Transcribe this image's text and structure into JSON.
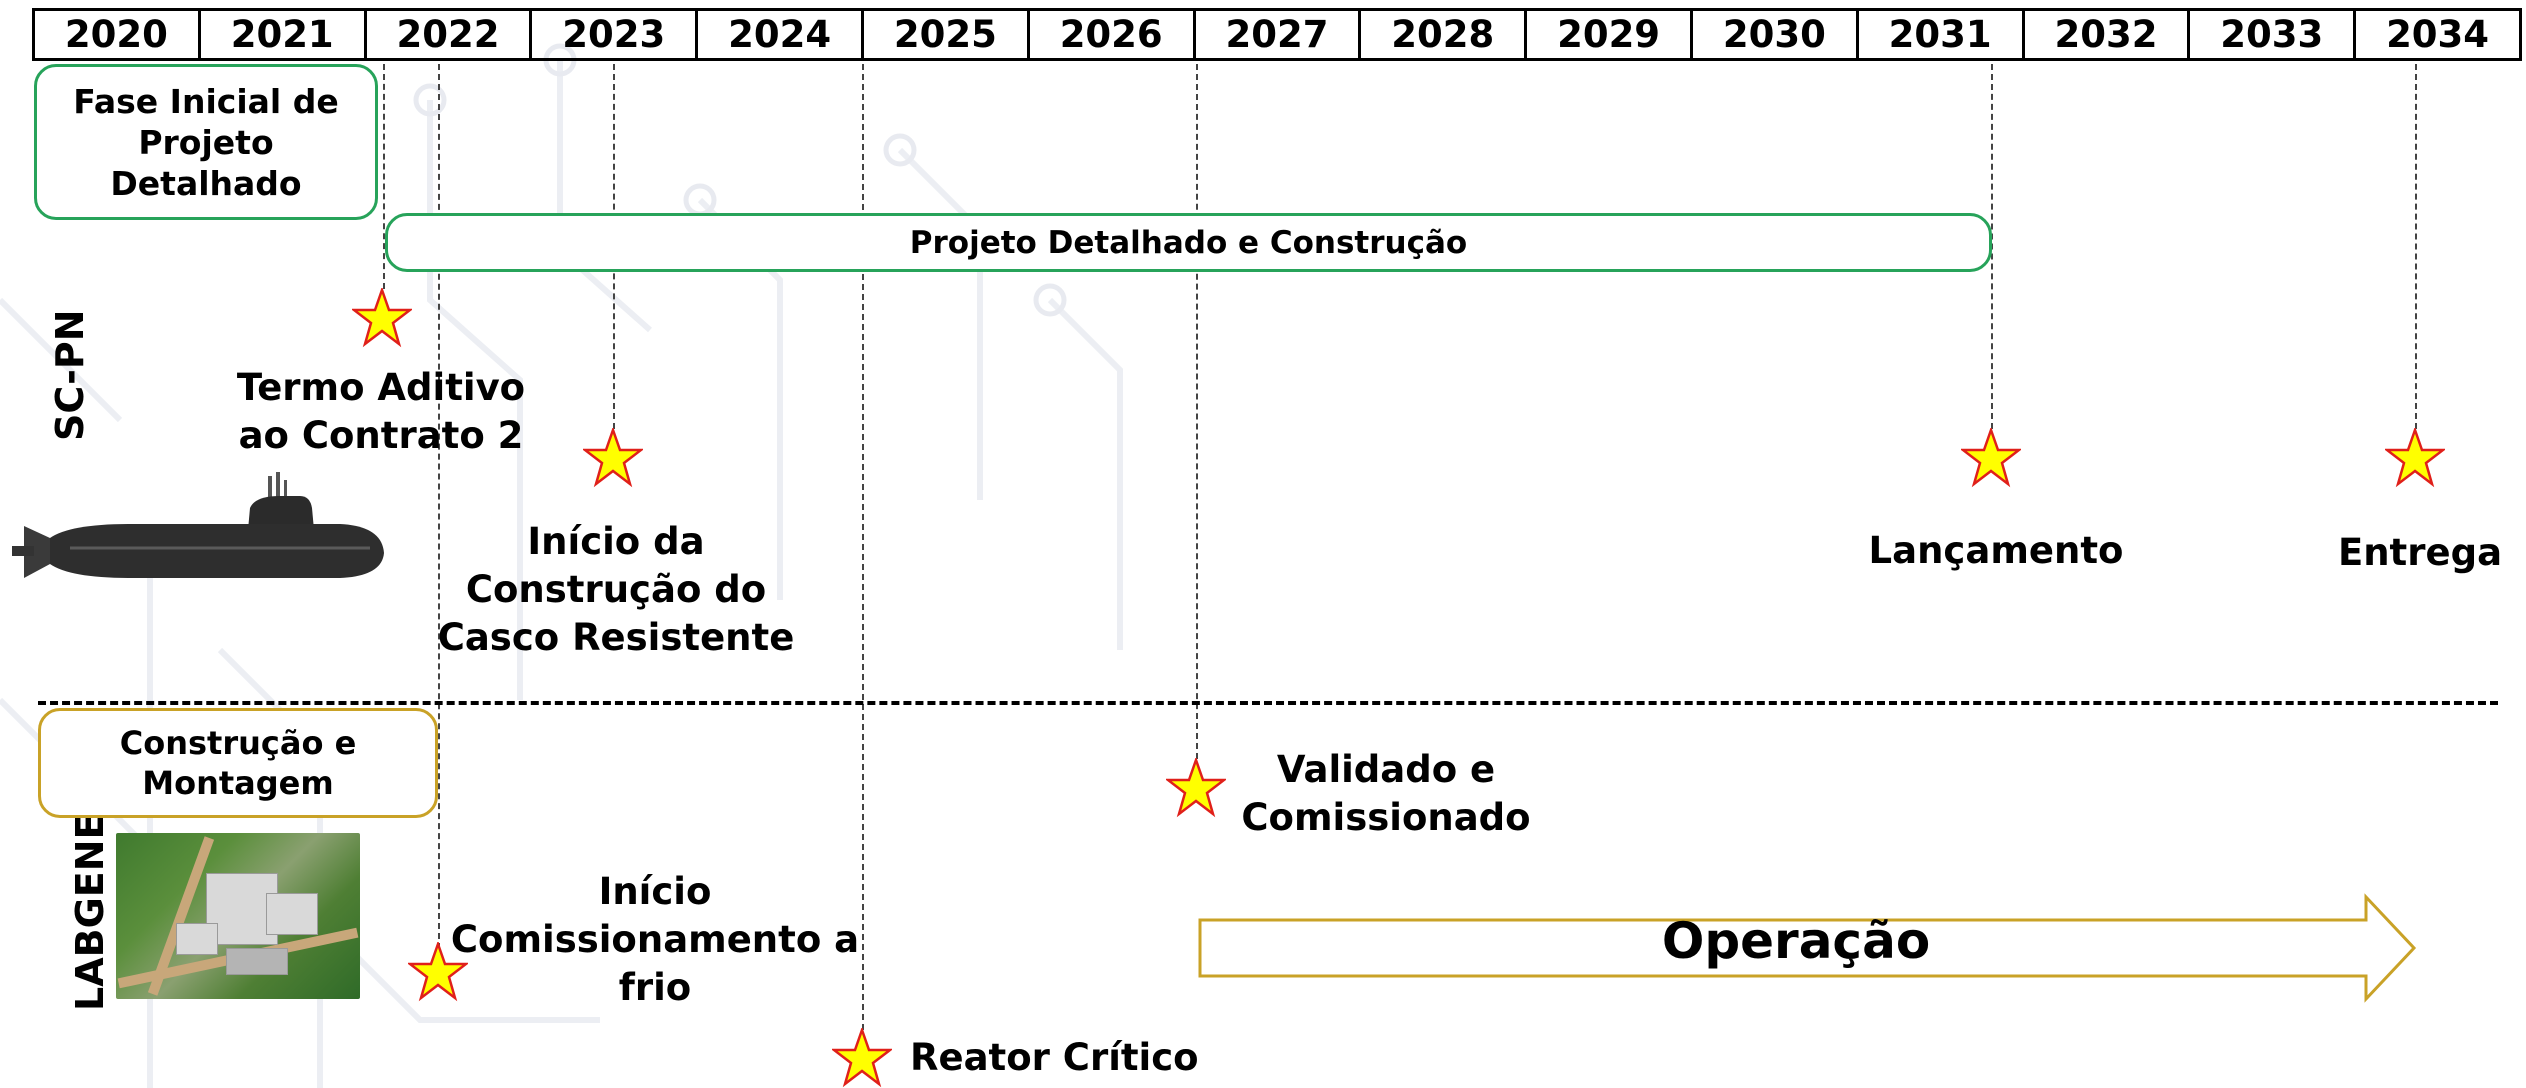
{
  "years": [
    "2020",
    "2021",
    "2022",
    "2023",
    "2024",
    "2025",
    "2026",
    "2027",
    "2028",
    "2029",
    "2030",
    "2031",
    "2032",
    "2033",
    "2034"
  ],
  "colors": {
    "phase_green": "#27a35a",
    "phase_gold": "#c9a227",
    "star_fill": "#ffff00",
    "star_stroke": "#e0201a",
    "arrow_stroke": "#c9a227"
  },
  "sections": {
    "scpn": {
      "label": "SC-PN"
    },
    "labgene": {
      "label": "LABGENE"
    }
  },
  "phases": {
    "fase_inicial": "Fase Inicial de\nProjeto\nDetalhado",
    "projeto_construcao": "Projeto Detalhado e Construção",
    "construcao_montagem": "Construção e\nMontagem",
    "operacao": "Operação"
  },
  "milestones": {
    "termo_aditivo": "Termo Aditivo\nao Contrato 2",
    "inicio_construcao": "Início da\nConstrução do\nCasco Resistente",
    "lancamento": "Lançamento",
    "entrega": "Entrega",
    "validado": "Validado e\nComissionado",
    "inicio_comissionamento": "Início\nComissionamento a\nfrio",
    "reator_critico": "Reator Crítico"
  },
  "icons": {
    "star": "star-icon",
    "submarine": "submarine-image",
    "facility": "facility-photo",
    "arrow": "arrow-shape"
  }
}
